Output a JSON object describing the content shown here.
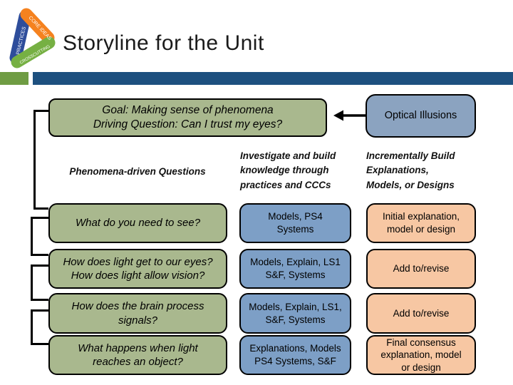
{
  "slide": {
    "title": "Storyline for the Unit"
  },
  "logo": {
    "labels": {
      "practices": "PRACTICES",
      "core_ideas": "CORE IDEAS",
      "crosscutting": "CROSSCUTTING"
    },
    "colors": {
      "practices": "#2e4d9b",
      "core_ideas": "#f5821f",
      "crosscutting": "#76b043"
    }
  },
  "accent_bars": {
    "green": "#6f9c43",
    "blue": "#1d507f"
  },
  "goal_box": {
    "text": "Goal: Making sense of phenomena\nDriving Question: Can I trust my eyes?"
  },
  "phenomenon_box": {
    "label": "Optical Illusions"
  },
  "column_headers": {
    "questions": "Phenomena-driven Questions",
    "practices": "Investigate and build\nknowledge through\npractices and CCCs",
    "build": "Incrementally Build\nExplanations,\nModels, or Designs"
  },
  "rows": [
    {
      "question": "What do you need to see?",
      "practices": "Models, PS4\nSystems",
      "build": "Initial explanation,\nmodel or design"
    },
    {
      "question": "How does light get to our eyes?\nHow does light allow vision?",
      "practices": "Models, Explain, LS1\nS&F, Systems",
      "build": "Add to/revise"
    },
    {
      "question": "How does the brain process\nsignals?",
      "practices": "Models, Explain, LS1,\nS&F, Systems",
      "build": "Add to/revise"
    },
    {
      "question": "What happens when light\nreaches an object?",
      "practices": "Explanations, Models\nPS4 Systems, S&F",
      "build": "Final consensus\nexplanation, model\nor design"
    }
  ],
  "colors": {
    "question_fill": "#a9b88e",
    "practices_fill": "#7d9fc6",
    "build_fill": "#f7c7a3",
    "phenomenon_fill": "#8ba3c0",
    "border": "#000000"
  }
}
